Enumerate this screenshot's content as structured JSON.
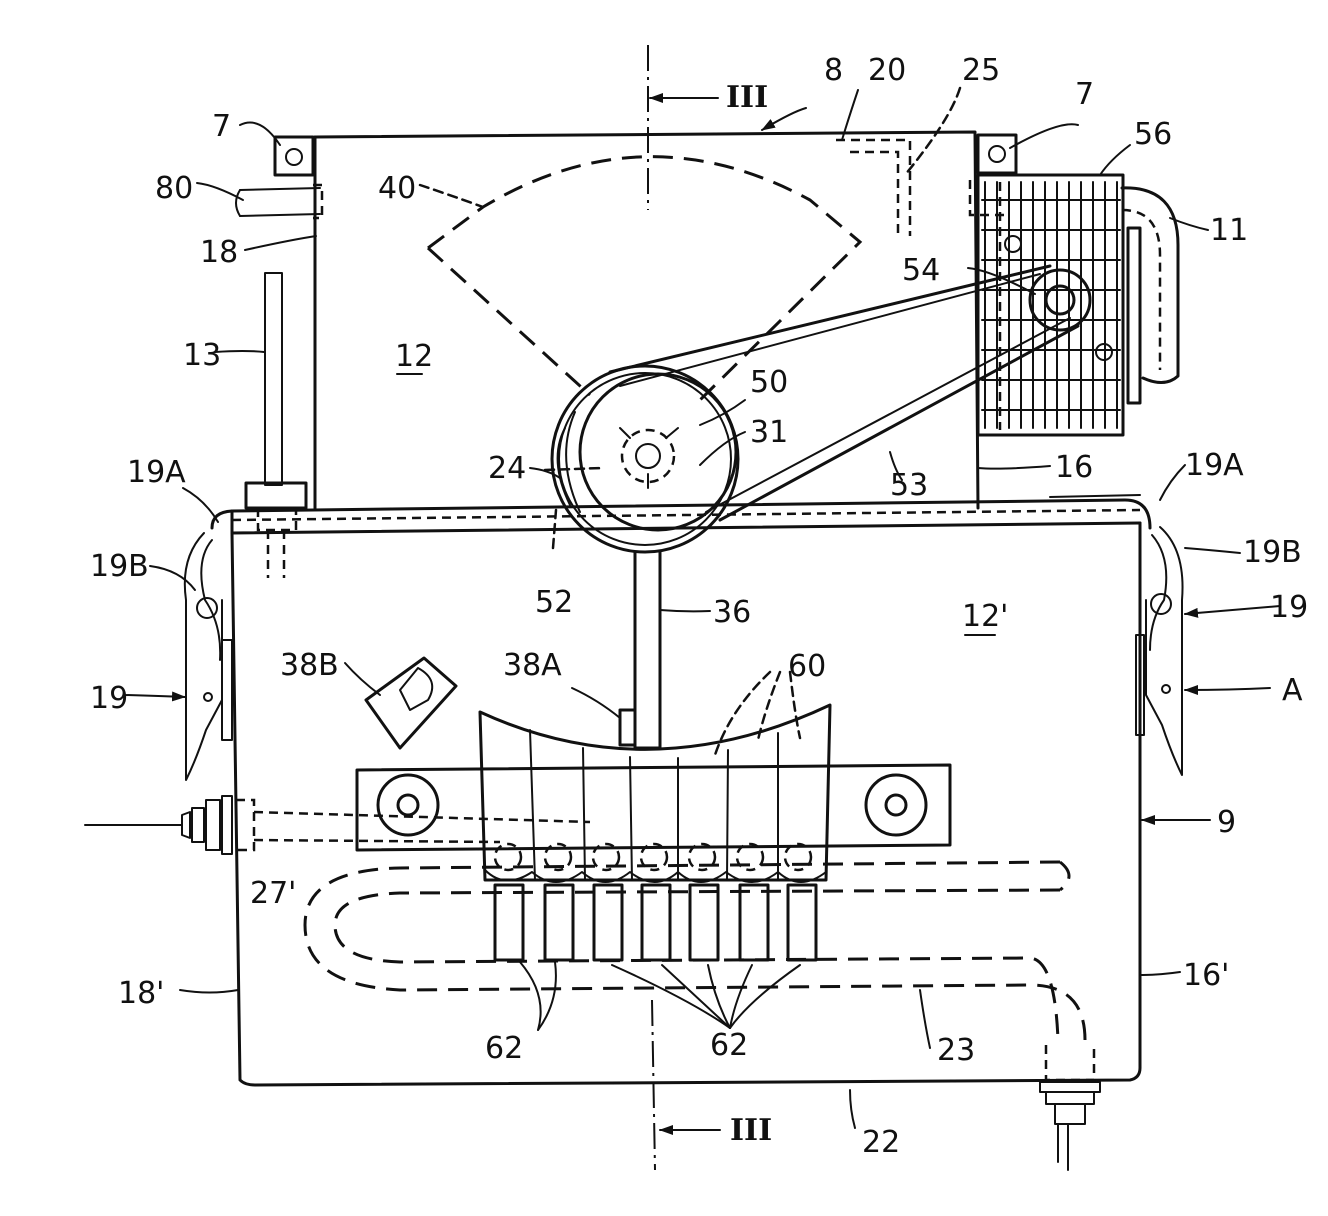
{
  "figure": {
    "labels": {
      "l7_left": "7",
      "l7_right": "7",
      "l8": "8",
      "l20": "20",
      "l25": "25",
      "l56": "56",
      "l80": "80",
      "l40": "40",
      "l11": "11",
      "l18": "18",
      "l54": "54",
      "l13": "13",
      "l12": "12",
      "l50": "50",
      "l31": "31",
      "l24": "24",
      "l53": "53",
      "l16": "16",
      "l19A_left": "19A",
      "l19A_right": "19A",
      "l19B_left": "19B",
      "l19B_right": "19B",
      "l52": "52",
      "l36": "36",
      "l12p": "12'",
      "l19_right": "19",
      "l19_left": "19",
      "l38B": "38B",
      "l38A": "38A",
      "l60": "60",
      "lA": "A",
      "l9": "9",
      "l27": "27'",
      "l18p": "18'",
      "l16p": "16'",
      "l62_left": "62",
      "l62_right": "62",
      "l23": "23",
      "l22": "22",
      "sec_top": "III",
      "sec_bottom": "III"
    }
  }
}
